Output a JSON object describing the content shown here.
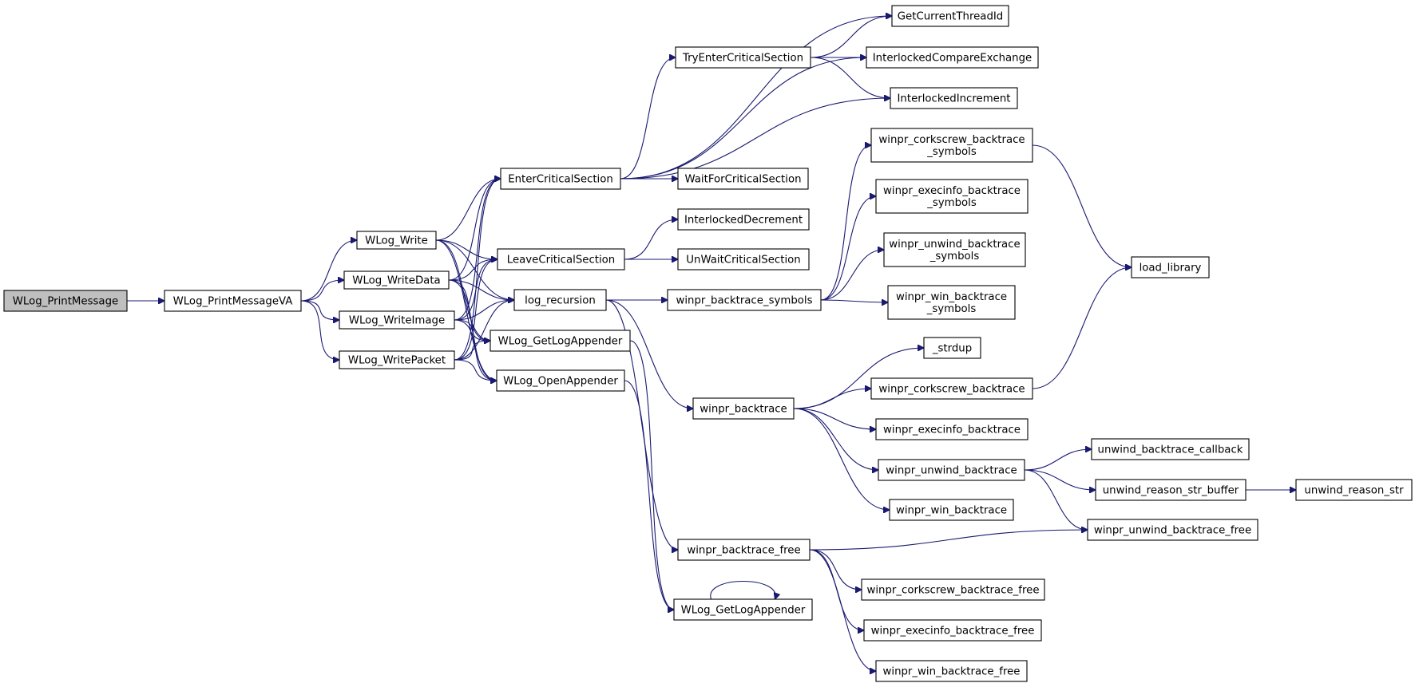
{
  "graph": {
    "colors": {
      "edge": "#191970",
      "node_border": "#000000",
      "root_fill": "#bfbfbf",
      "node_fill": "#ffffff"
    },
    "nodes": [
      {
        "id": "n0",
        "lines": [
          "WLog_PrintMessage"
        ],
        "root": true
      },
      {
        "id": "n1",
        "lines": [
          "WLog_PrintMessageVA"
        ]
      },
      {
        "id": "n2",
        "lines": [
          "WLog_Write"
        ]
      },
      {
        "id": "n3",
        "lines": [
          "WLog_WriteData"
        ]
      },
      {
        "id": "n4",
        "lines": [
          "WLog_WriteImage"
        ]
      },
      {
        "id": "n5",
        "lines": [
          "WLog_WritePacket"
        ]
      },
      {
        "id": "n6",
        "lines": [
          "EnterCriticalSection"
        ]
      },
      {
        "id": "n7",
        "lines": [
          "LeaveCriticalSection"
        ]
      },
      {
        "id": "n8",
        "lines": [
          "log_recursion"
        ]
      },
      {
        "id": "n9",
        "lines": [
          "WLog_GetLogAppender"
        ]
      },
      {
        "id": "n10",
        "lines": [
          "WLog_OpenAppender"
        ]
      },
      {
        "id": "n11",
        "lines": [
          "TryEnterCriticalSection"
        ]
      },
      {
        "id": "n12",
        "lines": [
          "WaitForCriticalSection"
        ]
      },
      {
        "id": "n13",
        "lines": [
          "InterlockedDecrement"
        ]
      },
      {
        "id": "n14",
        "lines": [
          "UnWaitCriticalSection"
        ]
      },
      {
        "id": "n15",
        "lines": [
          "winpr_backtrace_symbols"
        ]
      },
      {
        "id": "n16",
        "lines": [
          "winpr_backtrace"
        ]
      },
      {
        "id": "n17",
        "lines": [
          "winpr_backtrace_free"
        ]
      },
      {
        "id": "n18",
        "lines": [
          "WLog_GetLogAppender"
        ]
      },
      {
        "id": "n19",
        "lines": [
          "GetCurrentThreadId"
        ]
      },
      {
        "id": "n20",
        "lines": [
          "InterlockedCompareExchange"
        ]
      },
      {
        "id": "n21",
        "lines": [
          "InterlockedIncrement"
        ]
      },
      {
        "id": "n22",
        "lines": [
          "winpr_corkscrew_backtrace",
          "_symbols"
        ]
      },
      {
        "id": "n23",
        "lines": [
          "winpr_execinfo_backtrace",
          "_symbols"
        ]
      },
      {
        "id": "n24",
        "lines": [
          "winpr_unwind_backtrace",
          "_symbols"
        ]
      },
      {
        "id": "n25",
        "lines": [
          "winpr_win_backtrace",
          "_symbols"
        ]
      },
      {
        "id": "n26",
        "lines": [
          "_strdup"
        ]
      },
      {
        "id": "n27",
        "lines": [
          "winpr_corkscrew_backtrace"
        ]
      },
      {
        "id": "n28",
        "lines": [
          "winpr_execinfo_backtrace"
        ]
      },
      {
        "id": "n29",
        "lines": [
          "winpr_unwind_backtrace"
        ]
      },
      {
        "id": "n30",
        "lines": [
          "winpr_win_backtrace"
        ]
      },
      {
        "id": "n31",
        "lines": [
          "winpr_corkscrew_backtrace_free"
        ]
      },
      {
        "id": "n32",
        "lines": [
          "winpr_execinfo_backtrace_free"
        ]
      },
      {
        "id": "n33",
        "lines": [
          "winpr_win_backtrace_free"
        ]
      },
      {
        "id": "n34",
        "lines": [
          "load_library"
        ]
      },
      {
        "id": "n35",
        "lines": [
          "unwind_backtrace_callback"
        ]
      },
      {
        "id": "n36",
        "lines": [
          "unwind_reason_str_buffer"
        ]
      },
      {
        "id": "n37",
        "lines": [
          "winpr_unwind_backtrace_free"
        ]
      },
      {
        "id": "n38",
        "lines": [
          "unwind_reason_str"
        ]
      }
    ],
    "edges": [
      [
        "n0",
        "n1"
      ],
      [
        "n1",
        "n2"
      ],
      [
        "n1",
        "n3"
      ],
      [
        "n1",
        "n4"
      ],
      [
        "n1",
        "n5"
      ],
      [
        "n2",
        "n6"
      ],
      [
        "n2",
        "n7"
      ],
      [
        "n2",
        "n8"
      ],
      [
        "n2",
        "n9"
      ],
      [
        "n2",
        "n10"
      ],
      [
        "n3",
        "n6"
      ],
      [
        "n3",
        "n7"
      ],
      [
        "n3",
        "n8"
      ],
      [
        "n3",
        "n9"
      ],
      [
        "n3",
        "n10"
      ],
      [
        "n4",
        "n6"
      ],
      [
        "n4",
        "n7"
      ],
      [
        "n4",
        "n8"
      ],
      [
        "n4",
        "n9"
      ],
      [
        "n4",
        "n10"
      ],
      [
        "n5",
        "n6"
      ],
      [
        "n5",
        "n7"
      ],
      [
        "n5",
        "n8"
      ],
      [
        "n5",
        "n9"
      ],
      [
        "n5",
        "n10"
      ],
      [
        "n6",
        "n19"
      ],
      [
        "n6",
        "n11"
      ],
      [
        "n6",
        "n20"
      ],
      [
        "n6",
        "n21"
      ],
      [
        "n6",
        "n12"
      ],
      [
        "n11",
        "n19"
      ],
      [
        "n11",
        "n20"
      ],
      [
        "n11",
        "n21"
      ],
      [
        "n7",
        "n13"
      ],
      [
        "n7",
        "n14"
      ],
      [
        "n8",
        "n15"
      ],
      [
        "n8",
        "n16"
      ],
      [
        "n8",
        "n17"
      ],
      [
        "n9",
        "n18"
      ],
      [
        "n10",
        "n18"
      ],
      [
        "n18",
        "n18"
      ],
      [
        "n15",
        "n22"
      ],
      [
        "n15",
        "n23"
      ],
      [
        "n15",
        "n24"
      ],
      [
        "n15",
        "n25"
      ],
      [
        "n22",
        "n34"
      ],
      [
        "n27",
        "n34"
      ],
      [
        "n16",
        "n26"
      ],
      [
        "n16",
        "n27"
      ],
      [
        "n16",
        "n28"
      ],
      [
        "n16",
        "n29"
      ],
      [
        "n16",
        "n30"
      ],
      [
        "n29",
        "n35"
      ],
      [
        "n29",
        "n36"
      ],
      [
        "n29",
        "n37"
      ],
      [
        "n36",
        "n38"
      ],
      [
        "n17",
        "n37"
      ],
      [
        "n17",
        "n31"
      ],
      [
        "n17",
        "n32"
      ],
      [
        "n17",
        "n33"
      ]
    ]
  }
}
